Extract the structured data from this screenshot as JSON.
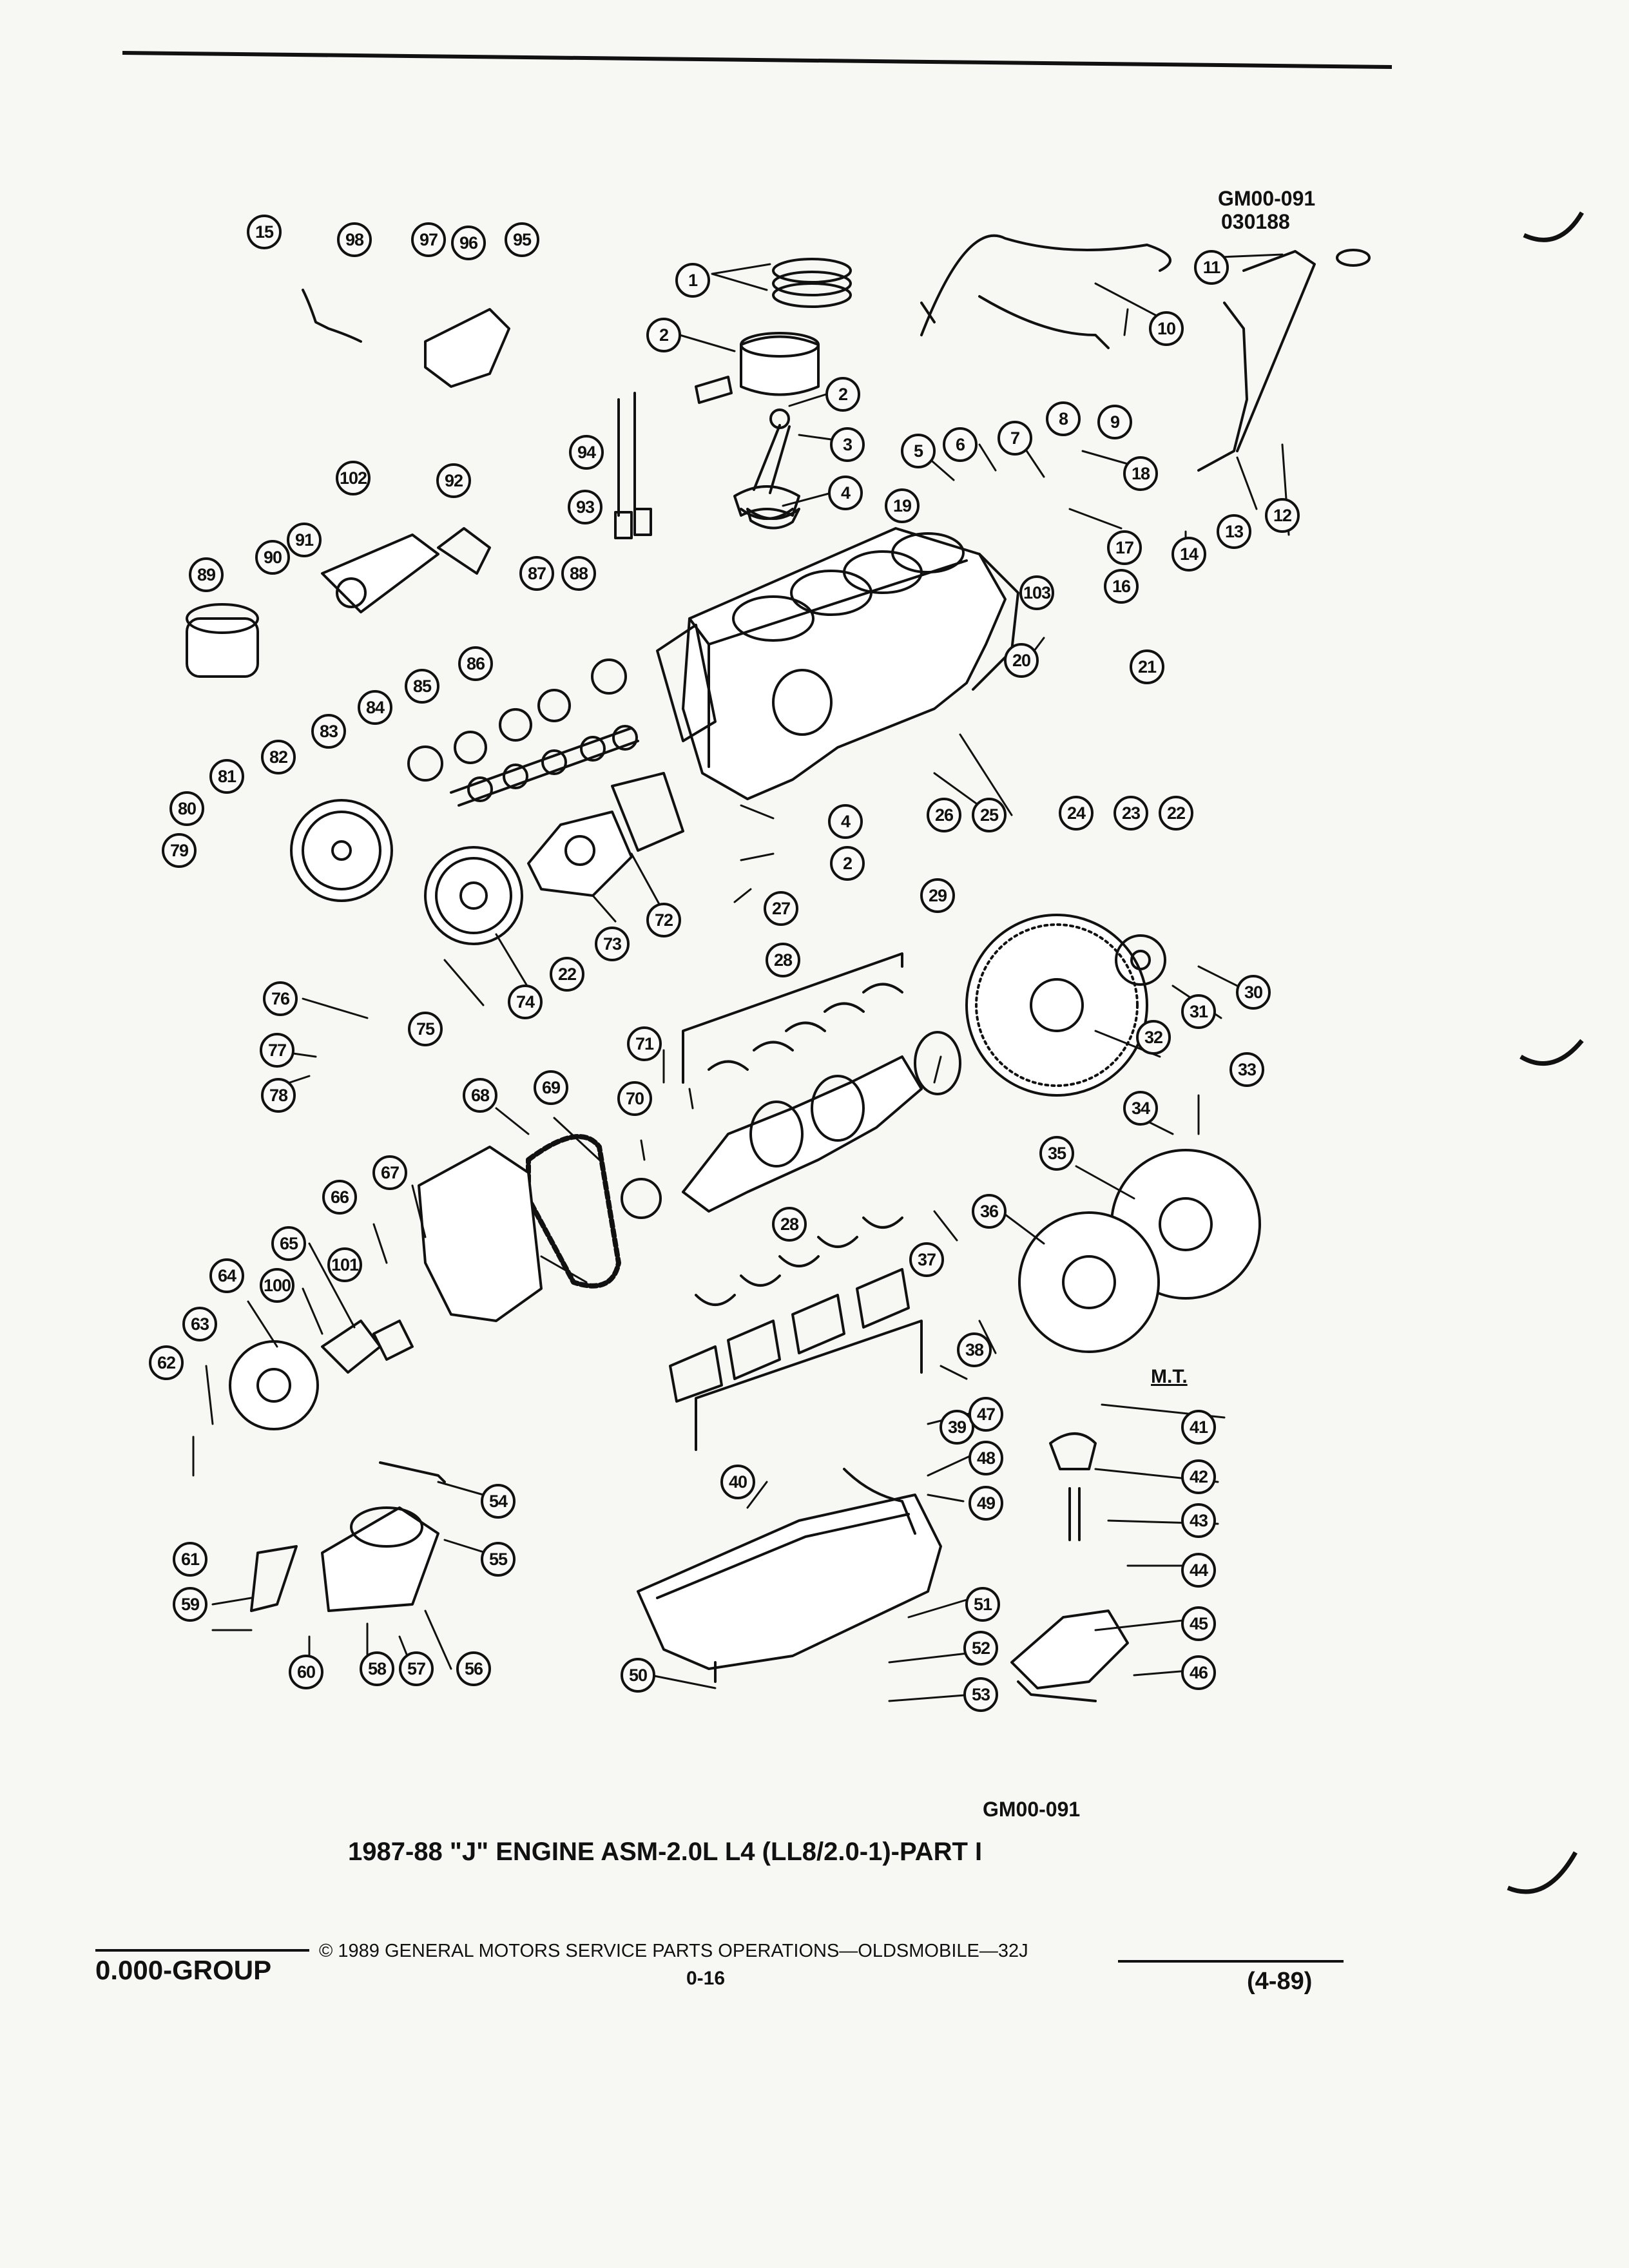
{
  "header": {
    "drawing_code": "GM00-091",
    "date_code": "030188"
  },
  "diagram": {
    "code_bottom": "GM00-091",
    "title": "1987-88 \"J\" ENGINE ASM-2.0L L4 (LL8/2.0-1)-PART I",
    "mt_label": "M.T."
  },
  "footer": {
    "group": "0.000-GROUP",
    "copyright": "© 1989 GENERAL MOTORS SERVICE PARTS OPERATIONS—OLDSMOBILE—32J",
    "page_number": "0-16",
    "revision": "(4-89)"
  },
  "callouts": [
    "1",
    "2",
    "2",
    "2",
    "3",
    "4",
    "4",
    "5",
    "6",
    "7",
    "8",
    "9",
    "10",
    "11",
    "12",
    "13",
    "14",
    "15",
    "16",
    "17",
    "18",
    "19",
    "20",
    "21",
    "22",
    "22",
    "23",
    "24",
    "25",
    "26",
    "27",
    "28",
    "28",
    "29",
    "30",
    "31",
    "32",
    "33",
    "34",
    "35",
    "36",
    "37",
    "38",
    "39",
    "40",
    "41",
    "42",
    "43",
    "44",
    "45",
    "46",
    "47",
    "48",
    "49",
    "50",
    "51",
    "52",
    "53",
    "54",
    "55",
    "56",
    "57",
    "58",
    "59",
    "60",
    "61",
    "62",
    "63",
    "64",
    "65",
    "66",
    "67",
    "68",
    "69",
    "70",
    "71",
    "72",
    "73",
    "74",
    "75",
    "76",
    "77",
    "78",
    "79",
    "80",
    "81",
    "82",
    "83",
    "84",
    "85",
    "86",
    "87",
    "88",
    "89",
    "90",
    "91",
    "92",
    "93",
    "94",
    "95",
    "96",
    "97",
    "98",
    "100",
    "101",
    "102",
    "103"
  ]
}
